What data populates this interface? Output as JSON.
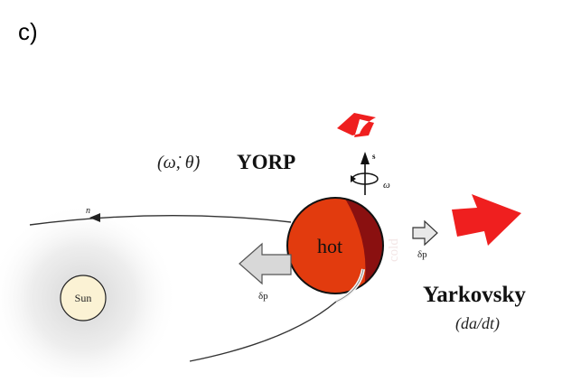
{
  "panel_label": "c)",
  "labels": {
    "yorp_vars": "(ω̇, θ̇)",
    "yorp": "YORP",
    "spin_axis": "s",
    "omega": "ω",
    "orbit_n": "n",
    "hot": "hot",
    "cold": "cold",
    "dp_left": "δp",
    "dp_right": "δp",
    "sun": "Sun",
    "yarkovsky": "Yarkovsky",
    "yarkovsky_vars": "(da/dt)"
  },
  "colors": {
    "hot": "#e23b0e",
    "cold": "#8a1010",
    "yorp_arrow": "#ef1f1f",
    "yarkovsky_arrow": "#ef1f1f",
    "sun_fill": "#fbf2d4",
    "thrust_arrow": "#d8d8d8"
  },
  "icons": {
    "yorp_arrow": "curved-arrow-icon",
    "yarkovsky_arrow": "right-arrow-icon",
    "thrust_left": "left-arrow-icon",
    "thrust_right": "right-arrow-icon"
  }
}
